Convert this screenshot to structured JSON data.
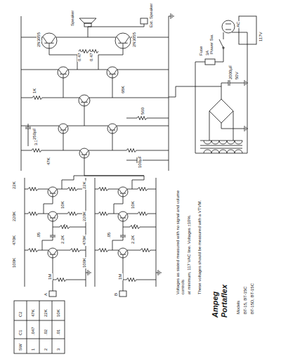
{
  "diagram": {
    "title": "Ampeg Portaflex",
    "labels": [
      "1M",
      "100K",
      "470K",
      "2.2K",
      ".05",
      "220K",
      "10K",
      "22K",
      "1M",
      "100K",
      "470K",
      "2.2K",
      ".05",
      "220K",
      "10K",
      "22K",
      "A",
      "B",
      "Voltages as stated measured with no signal and volume controls",
      "at minimum, 117 VAC line. Voltages ±10%.",
      "These voltages should be measured with a VTVM.",
      "Models",
      "BT-15, BT-15C",
      "BT-15D, BT-15C",
      "47K",
      "3.3K",
      "250pF",
      "100µF",
      "560",
      "1K",
      "68K",
      "0.47",
      "0.47",
      "2N3055",
      "2N3055",
      "Speaker",
      "Ext. Speaker",
      "Power Sw.",
      "Fuse",
      "3A",
      "AC",
      "117V",
      "2000µF",
      "50V",
      "SW",
      "C1",
      "C2",
      "1",
      ".047",
      "47K",
      "2",
      ".02",
      "22K",
      "3",
      ".01",
      "10K"
    ]
  }
}
